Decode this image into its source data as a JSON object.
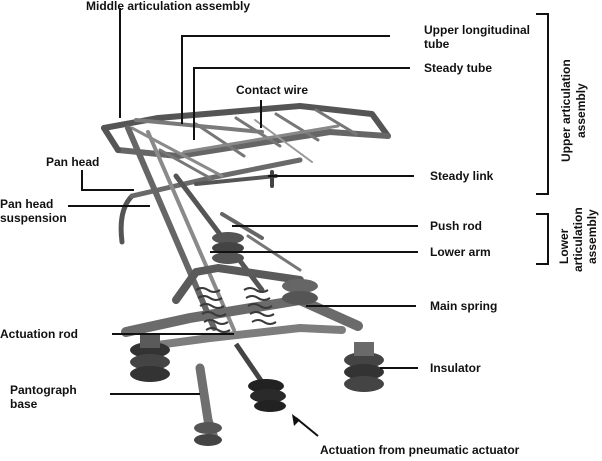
{
  "labels": {
    "middle_articulation_assembly": "Middle articulation assembly",
    "upper_longitudinal_tube_1": "Upper longitudinal",
    "upper_longitudinal_tube_2": "tube",
    "steady_tube": "Steady tube",
    "contact_wire": "Contact wire",
    "pan_head": "Pan head",
    "pan_head_suspension_1": "Pan head",
    "pan_head_suspension_2": "suspension",
    "steady_link": "Steady link",
    "push_rod": "Push rod",
    "lower_arm": "Lower arm",
    "main_spring": "Main spring",
    "actuation_rod": "Actuation rod",
    "insulator": "Insulator",
    "pantograph_base_1": "Pantograph",
    "pantograph_base_2": "base",
    "actuation_from_pneumatic_actuator": "Actuation from pneumatic actuator"
  },
  "groups": {
    "upper_articulation_assembly_1": "Upper articulation",
    "upper_articulation_assembly_2": "assembly",
    "lower_articulation_assembly_1": "Lower",
    "lower_articulation_assembly_2": "articulation",
    "lower_articulation_assembly_3": "assembly"
  }
}
